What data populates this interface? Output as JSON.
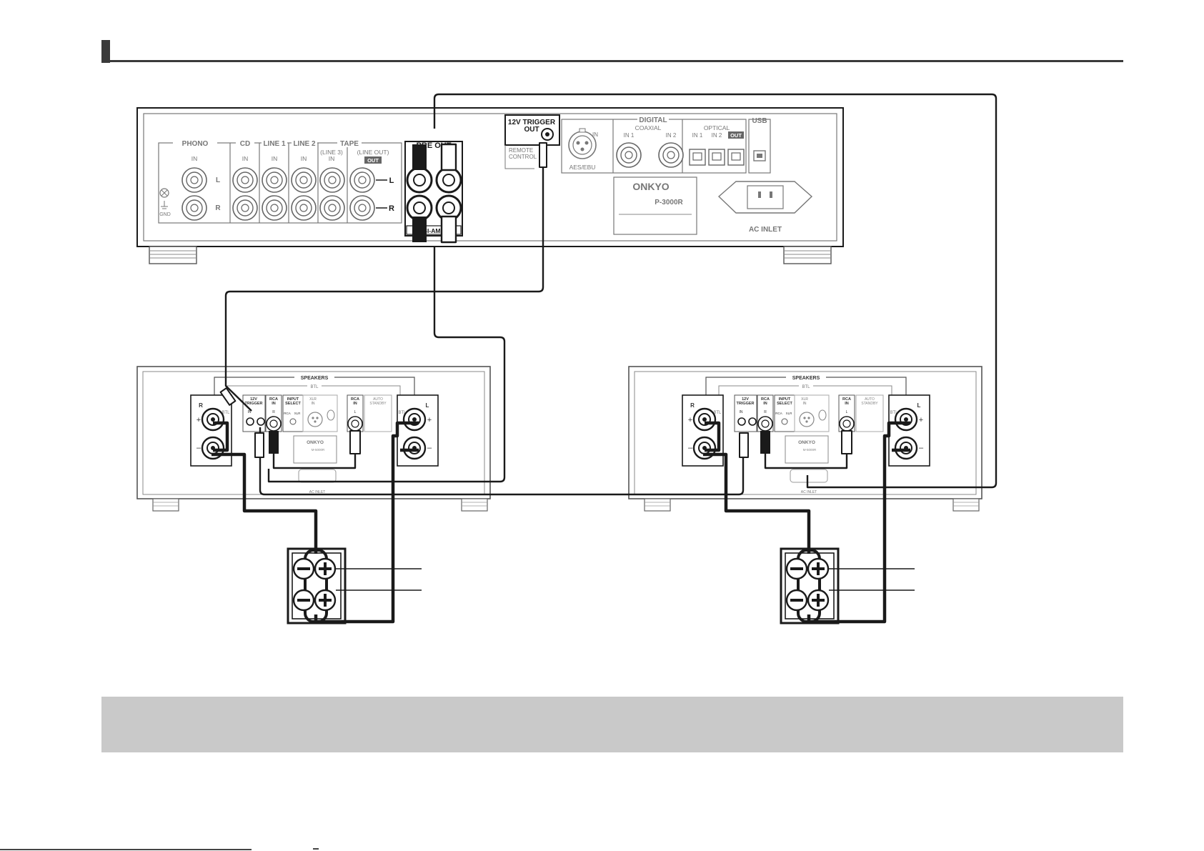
{
  "preamp": {
    "phono": "PHONO",
    "cd": "CD",
    "line1": "LINE 1",
    "line2": "LINE 2",
    "tape": "TAPE",
    "line3": "(LINE 3)",
    "line_out": "(LINE OUT)",
    "out_badge": "OUT",
    "in": "IN",
    "ch_l": "L",
    "ch_r": "R",
    "gnd": "GND",
    "pre_out": "PRE OUT",
    "bi_amp": "BI-AMP",
    "trigger_out_1": "12V TRIGGER",
    "trigger_out_2": "OUT",
    "remote_1": "REMOTE",
    "remote_2": "CONTROL",
    "digital": "DIGITAL",
    "aes_ebu": "AES/EBU",
    "coaxial": "COAXIAL",
    "in1": "IN 1",
    "in2": "IN 2",
    "optical": "OPTICAL",
    "usb": "USB",
    "brand": "ONKYO",
    "model": "P-3000R",
    "ac_inlet": "AC INLET"
  },
  "power_amp": {
    "speakers": "SPEAKERS",
    "btl": "BTL",
    "ch_r": "R",
    "ch_l": "L",
    "plus": "+",
    "minus": "–",
    "trigger_1": "12V",
    "trigger_2": "TRIGGER",
    "trig_in": "IN",
    "rca_in_1": "RCA",
    "rca_in_2": "IN",
    "input_select_1": "INPUT",
    "input_select_2": "SELECT",
    "rca": "RCA",
    "xlr": "XLR",
    "xlr_in": "IN",
    "auto_standby_1": "AUTO",
    "auto_standby_2": "STANDBY",
    "brand": "ONKYO",
    "model": "M-5000R",
    "ac_inlet": "AC INLET"
  },
  "speaker_terminal": {
    "plus": "+",
    "minus": "–"
  },
  "colors": {
    "line": "#1a1a1a",
    "panel_text": "#777777",
    "note_bar": "#c9c9c9"
  }
}
